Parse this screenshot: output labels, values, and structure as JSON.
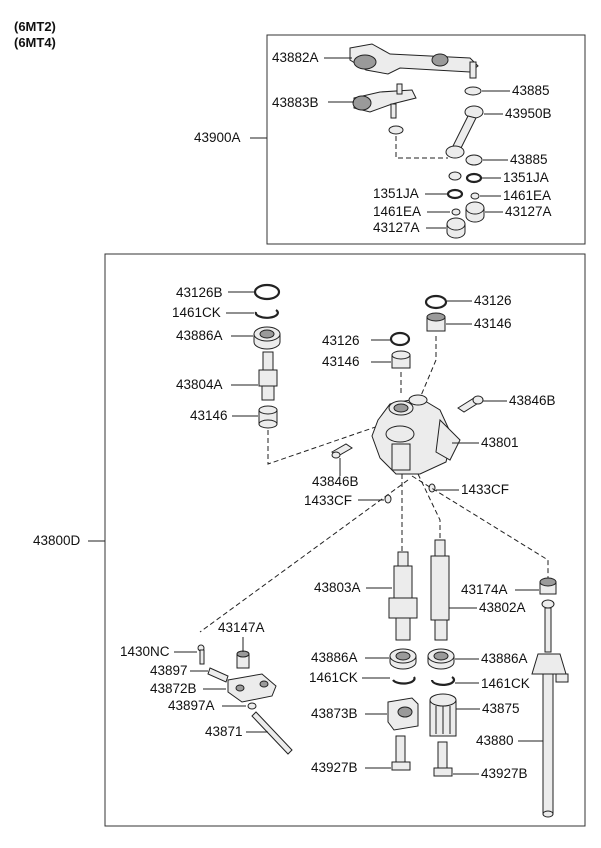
{
  "header": {
    "line1": "(6MT2)",
    "line2": "(6MT4)"
  },
  "assemblies": {
    "upper": "43900A",
    "lower": "43800D"
  },
  "upper_labels": {
    "p43882A": "43882A",
    "p43883B": "43883B",
    "p43885a": "43885",
    "p43950B": "43950B",
    "p43885b": "43885",
    "p1351JA_r": "1351JA",
    "p1351JA_l": "1351JA",
    "p1461EA_r": "1461EA",
    "p1461EA_l": "1461EA",
    "p43127A_r": "43127A",
    "p43127A_l": "43127A"
  },
  "lower_labels": {
    "p43126B": "43126B",
    "p1461CK_top": "1461CK",
    "p43886A_top": "43886A",
    "p43804A": "43804A",
    "p43146_l": "43146",
    "p43126_mid": "43126",
    "p43146_mid": "43146",
    "p43126_r": "43126",
    "p43146_r": "43146",
    "p43846B_r": "43846B",
    "p43801": "43801",
    "p43846B_l": "43846B",
    "p1433CF_l": "1433CF",
    "p1433CF_r": "1433CF",
    "p43803A": "43803A",
    "p43802A": "43802A",
    "p43174A": "43174A",
    "p43147A": "43147A",
    "p1430NC": "1430NC",
    "p43897": "43897",
    "p43872B": "43872B",
    "p43897A": "43897A",
    "p43871": "43871",
    "p43886A_l": "43886A",
    "p43886A_r": "43886A",
    "p1461CK_l": "1461CK",
    "p1461CK_r": "1461CK",
    "p43873B": "43873B",
    "p43875": "43875",
    "p43880": "43880",
    "p43927B_l": "43927B",
    "p43927B_r": "43927B"
  }
}
